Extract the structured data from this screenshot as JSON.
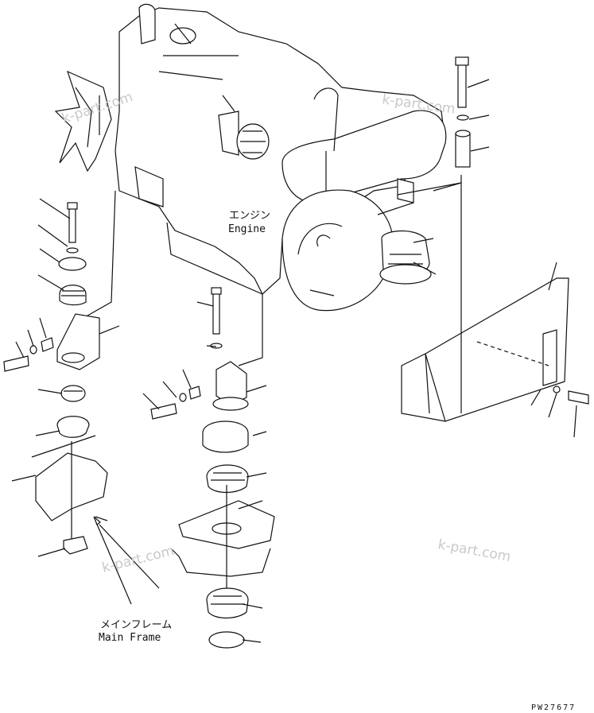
{
  "labels": {
    "engine_ja": "エンジン",
    "engine_en": "Engine",
    "frame_ja": "メインフレーム",
    "frame_en": "Main Frame"
  },
  "watermarks": [
    "k-part.com",
    "k-part.com",
    "k-part.com",
    "k-part.com"
  ],
  "drawing_code": "PW27677"
}
